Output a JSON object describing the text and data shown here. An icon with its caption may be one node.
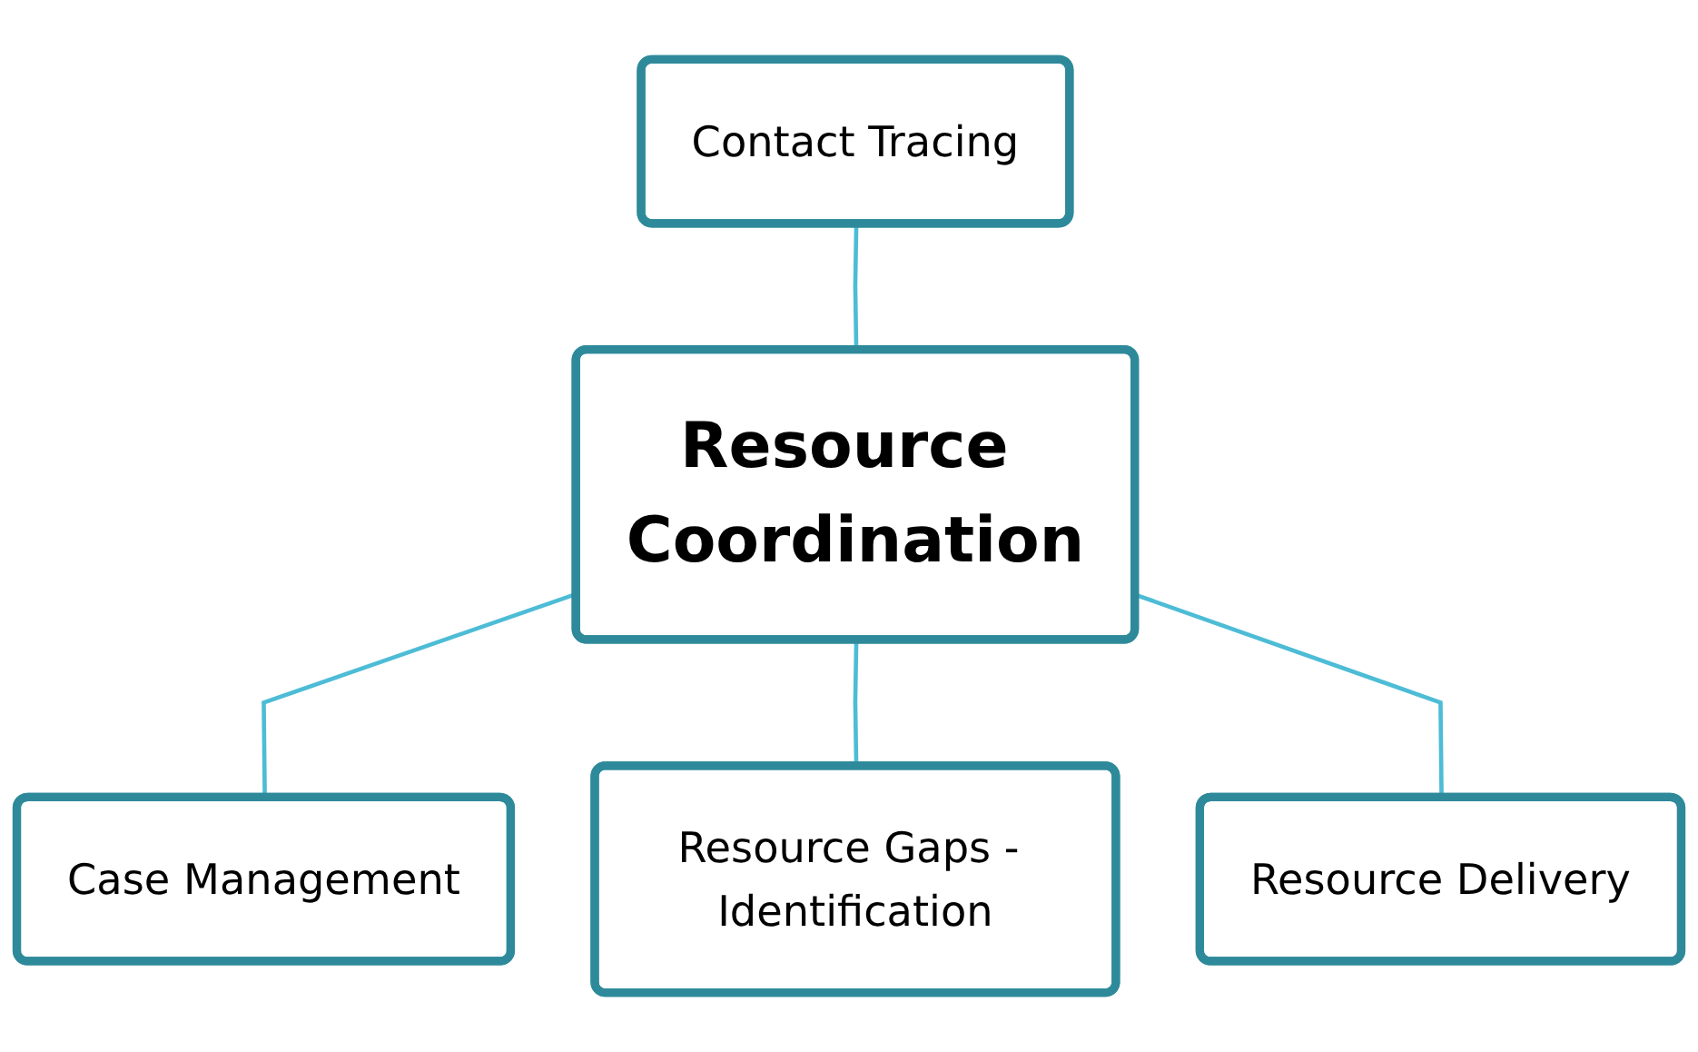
{
  "diagram": {
    "nodes": [
      {
        "text": [
          "Contact Tracing"
        ]
      },
      {
        "text": [
          "Resource Coordination"
        ]
      },
      {
        "text": [
          "Case Management"
        ]
      },
      {
        "text": [
          "Resource Delivery"
        ]
      },
      {
        "text": [
          "Resource Gaps - Identification"
        ]
      }
    ],
    "edges": [
      {
        "from": 0,
        "to": 1,
        "arrow": "none"
      },
      {
        "from": 1,
        "to": 2,
        "arrow": "none"
      },
      {
        "from": 1,
        "to": 4,
        "arrow": "none"
      },
      {
        "from": 1,
        "to": 3,
        "arrow": "none"
      }
    ]
  }
}
